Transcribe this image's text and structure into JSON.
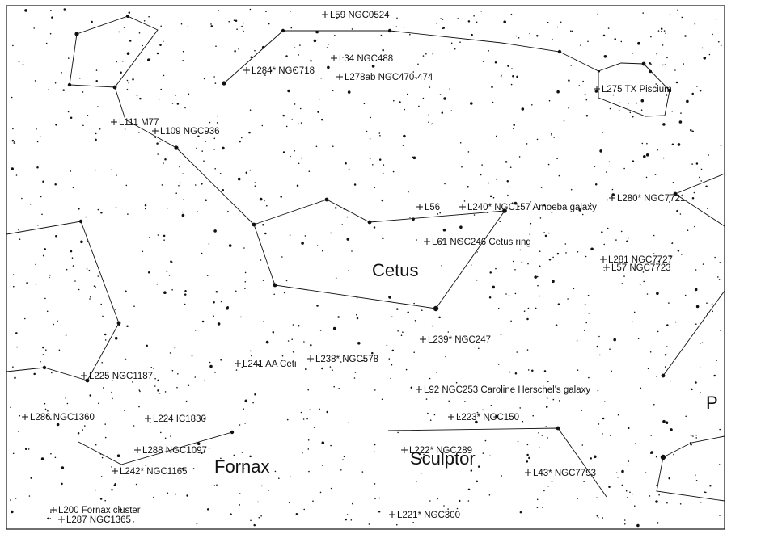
{
  "colors": {
    "ink": "#111111",
    "paper": "#ffffff"
  },
  "constellations": [
    {
      "key": "cetus",
      "name": "Cetus"
    },
    {
      "key": "fornax",
      "name": "Fornax"
    },
    {
      "key": "sculptor",
      "name": "Sculptor"
    },
    {
      "key": "p",
      "name": "P"
    }
  ],
  "objects": [
    {
      "key": "l59",
      "text": "L59 NGC0524"
    },
    {
      "key": "l34",
      "text": "L34 NGC488"
    },
    {
      "key": "l284",
      "text": "L284* NGC718"
    },
    {
      "key": "l278",
      "text": "L278ab NGC470-474"
    },
    {
      "key": "l275",
      "text": "L275 TX Piscium"
    },
    {
      "key": "l111",
      "text": "L111 M77"
    },
    {
      "key": "l109",
      "text": "L109 NGC936"
    },
    {
      "key": "l56",
      "text": "L56"
    },
    {
      "key": "l240",
      "text": "L240* NGC157 Amoeba galaxy"
    },
    {
      "key": "l280",
      "text": "L280* NGC7721"
    },
    {
      "key": "l61",
      "text": "L61 NGC246 Cetus ring"
    },
    {
      "key": "l281",
      "text": "L281 NGC7727"
    },
    {
      "key": "l57",
      "text": "L57 NGC7723"
    },
    {
      "key": "l239",
      "text": "L239* NGC247"
    },
    {
      "key": "l241",
      "text": "L241 AA Ceti"
    },
    {
      "key": "l238",
      "text": "L238* NGC578"
    },
    {
      "key": "l225",
      "text": "L225 NGC1187"
    },
    {
      "key": "l92",
      "text": "L92 NGC253 Caroline Herschel's galaxy"
    },
    {
      "key": "l286",
      "text": "L286 NGC1360"
    },
    {
      "key": "l224",
      "text": "L224 IC1830"
    },
    {
      "key": "l223",
      "text": "L223* NGC150"
    },
    {
      "key": "l288",
      "text": "L288 NGC1097"
    },
    {
      "key": "l222",
      "text": "L222* NGC289"
    },
    {
      "key": "l242",
      "text": "L242* NGC1165"
    },
    {
      "key": "l43",
      "text": "L43* NGC7793"
    },
    {
      "key": "l200",
      "text": "L200 Fornax cluster"
    },
    {
      "key": "l287",
      "text": "L287 NGC1365"
    },
    {
      "key": "l221",
      "text": "L221* NGC300"
    }
  ]
}
